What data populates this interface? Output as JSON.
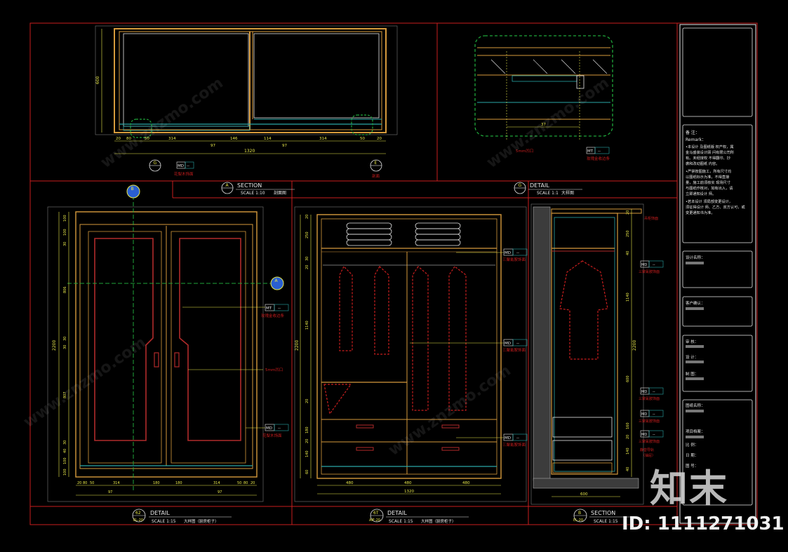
{
  "colors": {
    "background": "#000000",
    "frame": "#c81e1e",
    "cabinet": "#d69a3c",
    "door": "#b02a2a",
    "dimension": "#e8e84a",
    "centerline": "#1fa53a",
    "cyan": "#2aa7a7",
    "white": "#e8e8e8",
    "magenta": "#c040c0"
  },
  "views": {
    "section_top": {
      "tag": "A",
      "title": "SECTION",
      "scale": "SCALE 1:10",
      "name": "剖面图",
      "dims": [
        "20",
        "80",
        "50",
        "314",
        "146",
        "114",
        "314",
        "50",
        "20",
        "97",
        "97"
      ],
      "total": "1320",
      "height": "600",
      "callout_left": "G",
      "callout_right": "E",
      "note1": "花梨木饰面",
      "note2": "剖面",
      "tag_md": "MD",
      "tag_dash": "--"
    },
    "detail_top": {
      "tag": "G",
      "title": "DETAIL",
      "scale": "SCALE 1:1",
      "name": "大样图",
      "dim": "37",
      "tag_mt": "MT",
      "tag_dash": "--",
      "note1": "5mm凹口",
      "note2": "玫瑰金收边条"
    },
    "elev_left": {
      "tag_top": "62",
      "tag_bottom": "EL-20",
      "title": "DETAIL",
      "scale": "SCALE 1:15",
      "name": "大样图（厨房柜子）",
      "section_mark_b": "B",
      "section_mark_a": "A",
      "height": "2200",
      "dims_left": [
        "100",
        "100",
        "30",
        "806",
        "30",
        "30",
        "807",
        "30",
        "40",
        "100",
        "100"
      ],
      "dims_bottom": [
        "20",
        "80",
        "50",
        "314",
        "180",
        "180",
        "314",
        "50",
        "80",
        "20"
      ],
      "dims_bottom2": [
        "97",
        "97"
      ],
      "tag_mt": "MT",
      "tag_md": "MD",
      "tag_dash": "--",
      "note1": "玫瑰金收边条",
      "note2": "5mm凹口",
      "note3": "花梨木饰面"
    },
    "elev_mid": {
      "tag_top": "6T",
      "tag_bottom": "AIF-20",
      "title": "DETAIL",
      "scale": "SCALE 1:15",
      "name": "大样图（厨房柜子）",
      "height": "2200",
      "dims_left": [
        "20",
        "250",
        "30",
        "20",
        "1140",
        "20",
        "180",
        "20",
        "140",
        "60"
      ],
      "dims_bottom": [
        "480",
        "480",
        "480"
      ],
      "total": "1320",
      "tag_md": "MD",
      "tag_dash": "--",
      "note": "三聚氰胺饰面"
    },
    "section_right": {
      "tag_top": "B",
      "tag_bottom": "EL-20",
      "title": "SECTION",
      "scale": "SCALE 1:15",
      "height": "2200",
      "width": "600",
      "tag_md": "MD",
      "tag_dash": "--",
      "note_top": "吊柜饰面",
      "note": "三聚氰胺饰面",
      "note_rail": "静音导轨",
      "note_rail2": "（抽屉）",
      "dims_right": [
        "20",
        "250",
        "40",
        "1140",
        "600",
        "160",
        "20",
        "140",
        "40"
      ]
    }
  },
  "titleblock": {
    "remark_cn": "备 注：",
    "remark_en": "Remark：",
    "remark_lines": [
      "•本设计 及图纸版 权产权，属",
      "金马盛装设计顾 问有限公司所",
      "有。未经授权 不得翻印、抄",
      "袭和改动图纸 内容。",
      "•严禁按图施工，所有尺寸均",
      "以图纸标示为准。不得直接",
      "量，施工前须核实 现场尺寸",
      "与图纸作核对，如有出入，请",
      "立即通知设计 师。",
      "•若本设计 须局部变更设计，",
      "须征得设计 师、乙方、双方认可，或",
      "变更通知书为准。"
    ],
    "fields": [
      "设计名称：",
      "客户确认：",
      "审  核：",
      "设  计：",
      "制  图：",
      "图纸名称：",
      "项目档案：",
      "比  例：",
      "日  期：",
      "图  号："
    ]
  },
  "watermark": {
    "logo": "知末",
    "id": "ID: 1111271031",
    "site": "www.znzmo.com"
  }
}
